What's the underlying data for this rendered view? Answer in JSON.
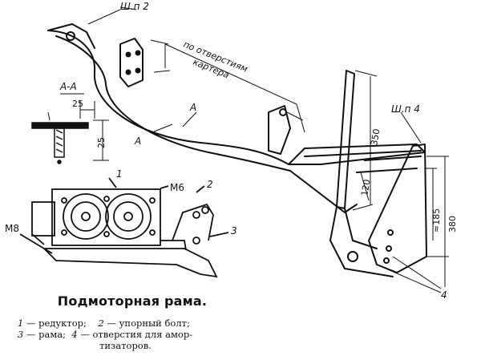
{
  "labels": {
    "sec_top": "Ш.п 2",
    "sec_right": "Ш.п 4",
    "section": "А-А",
    "section_a1": "А",
    "section_a2": "А",
    "dim_25_h": "25",
    "dim_25_v": "25",
    "note_line1": "по отверстиям",
    "note_line2": "картера",
    "dim_350": "350",
    "dim_120": "120",
    "dim_185": "≈185",
    "dim_380": "380",
    "m6": "М6",
    "m8": "М8",
    "n1": "1",
    "n2": "2",
    "n3": "3",
    "n4": "4"
  },
  "caption": {
    "title": "Подмоторная рама.",
    "legend_1_num": "1",
    "legend_1_text": " — редуктор;",
    "legend_2_num": "2",
    "legend_2_text": " — упорный   болт;",
    "legend_3_num": "3",
    "legend_3_text": " — рама;",
    "legend_4_num": "4",
    "legend_4_text": " — отверстия  для  амор-",
    "legend_4_cont": "тизаторов."
  }
}
